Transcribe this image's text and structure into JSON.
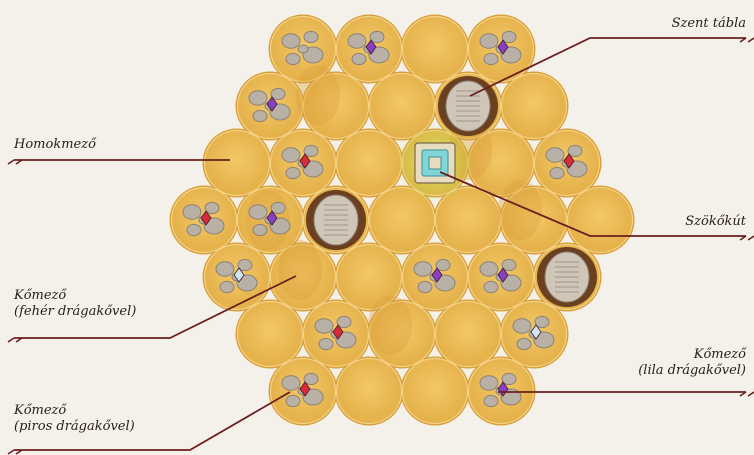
{
  "board": {
    "colors": {
      "background": "#f4f1ea",
      "sand": "#ecbd55",
      "sand_dark": "#d99f3a",
      "cell_line": "#f6d995",
      "rock": "#b9b0a6",
      "rock_dark": "#8a8178",
      "tablet": "#cfc6b8",
      "tablet_rim": "#6b4020",
      "red_gem": "#d92a3a",
      "purple_gem": "#8a3fc2",
      "white_gem": "#cfe6f2",
      "fountain": "#7fd6d8",
      "fountain_glow": "#b8e04a",
      "leader": "#6b1f1f"
    },
    "legend": [
      "Szent tábla",
      "Homokmező",
      "Szökőkút",
      "Kőmező (fehér drágakővel)",
      "Kőmező (lila drágakővel)",
      "Kőmező (piros drágakővel)"
    ]
  },
  "callouts": {
    "szent_tabla": {
      "text": "Szent tábla"
    },
    "homokmezo": {
      "text": "Homokmező"
    },
    "szokokut": {
      "text": "Szökőkút"
    },
    "komezo_feher": {
      "line1": "Kőmező",
      "line2": "(fehér drágakővel)"
    },
    "komezo_lila": {
      "line1": "Kőmező",
      "line2": "(lila drágakővel)"
    },
    "komezo_piros": {
      "line1": "Kőmező",
      "line2": "(piros drágakővel)"
    }
  }
}
